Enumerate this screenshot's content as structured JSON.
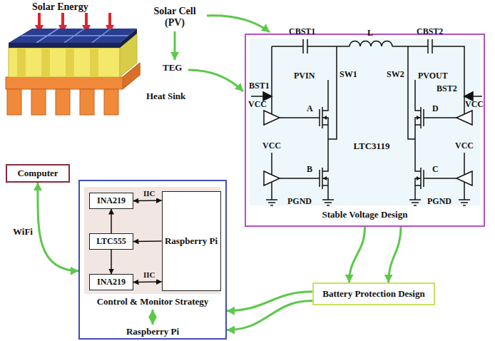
{
  "diagram": {
    "nodes": [
      {
        "text": [
          "Stable Voltage Design"
        ]
      },
      {
        "text": [
          "Computer"
        ]
      },
      {
        "text": [
          "Control & Monitor Strategy"
        ]
      },
      {
        "text": [
          "INA219"
        ],
        "in": 2
      },
      {
        "text": [
          "LTC555"
        ],
        "in": 2
      },
      {
        "text": [
          "INA219"
        ],
        "in": 2
      },
      {
        "text": [
          "Raspberry Pi"
        ],
        "in": 2
      },
      {
        "text": [
          "Battery Protection Design"
        ]
      }
    ],
    "edges": [
      {
        "from": 0,
        "to": 7,
        "arrow": "to"
      },
      {
        "from": 0,
        "to": 7,
        "arrow": "to"
      },
      {
        "from": 7,
        "to": 2,
        "arrow": "to"
      },
      {
        "from": 7,
        "to": 2,
        "arrow": "to"
      },
      {
        "from": 1,
        "to": 2,
        "label": "WiFi",
        "arrow": "both"
      },
      {
        "from": 3,
        "to": 6,
        "label": "IIC",
        "arrow": "both"
      },
      {
        "from": 5,
        "to": 6,
        "label": "IIC",
        "arrow": "both"
      },
      {
        "from": 4,
        "to": 3,
        "arrow": "to"
      },
      {
        "from": 4,
        "to": 5,
        "arrow": "to"
      },
      {
        "from": 6,
        "to": 4,
        "arrow": "to"
      }
    ],
    "labels": [
      "Solar Energy",
      "Solar Cell (PV)",
      "TEG",
      "Heat Sink",
      "CBST1",
      "L",
      "CBST2",
      "BST1",
      "VCC",
      "PVIN",
      "SW1",
      "SW2",
      "PVOUT",
      "BST2",
      "VCC",
      "A",
      "B",
      "D",
      "C",
      "VCC",
      "VCC",
      "LTC3119",
      "PGND",
      "PGND",
      "Raspberry Pi"
    ]
  }
}
